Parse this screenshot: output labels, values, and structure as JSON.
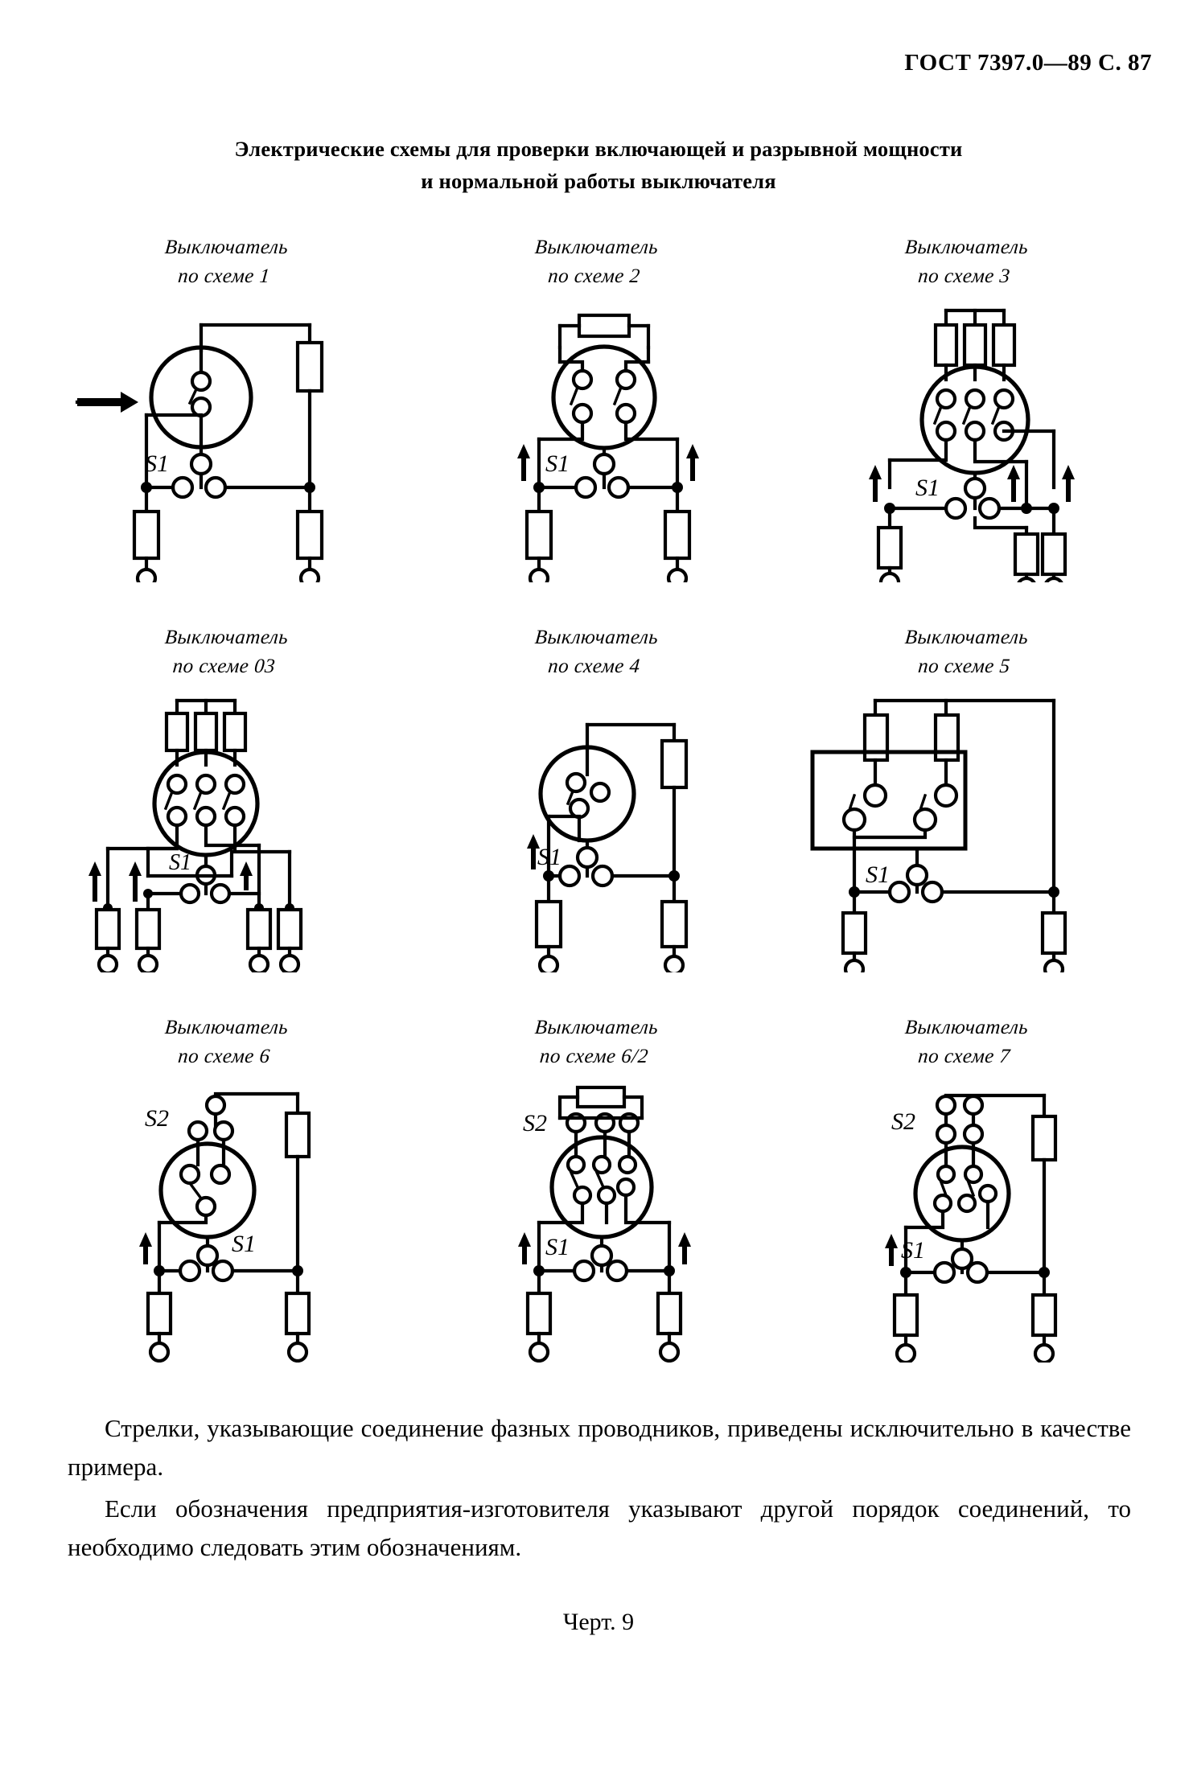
{
  "header": {
    "standard": "ГОСТ 7397.0—89 С. 87"
  },
  "title": {
    "line1": "Электрические схемы для проверки включающей и разрывной мощности",
    "line2": "и нормальной работы выключателя"
  },
  "figures": [
    {
      "line1": "Выключатель",
      "line2": "по схеме 1",
      "switch_labels": [
        "S1"
      ]
    },
    {
      "line1": "Выключатель",
      "line2": "по схеме 2",
      "switch_labels": [
        "S1"
      ]
    },
    {
      "line1": "Выключатель",
      "line2": "по схеме 3",
      "switch_labels": [
        "S1"
      ]
    },
    {
      "line1": "Выключатель",
      "line2": "по схеме  03",
      "switch_labels": [
        "S1"
      ]
    },
    {
      "line1": "Выключатель",
      "line2": "по схеме  4",
      "switch_labels": [
        "S1"
      ]
    },
    {
      "line1": "Выключатель",
      "line2": "по схеме 5",
      "switch_labels": [
        "S1"
      ]
    },
    {
      "line1": "Выключатель",
      "line2": "по схеме 6",
      "switch_labels": [
        "S2",
        "S1"
      ]
    },
    {
      "line1": "Выключатель",
      "line2": "по схеме  6/2",
      "switch_labels": [
        "S2",
        "S1"
      ]
    },
    {
      "line1": "Выключатель",
      "line2": "по схеме 7",
      "switch_labels": [
        "S2",
        "S1"
      ]
    }
  ],
  "paragraphs": {
    "p1": "Стрелки, указывающие соединение фазных проводников, приведены исключительно в качестве примера.",
    "p2": "Если обозначения предприятия-изготовителя указывают другой порядок соединений, то необходимо следовать этим обозначениям."
  },
  "caption": "Черт. 9",
  "colors": {
    "ink": "#000000",
    "paper": "#ffffff"
  }
}
